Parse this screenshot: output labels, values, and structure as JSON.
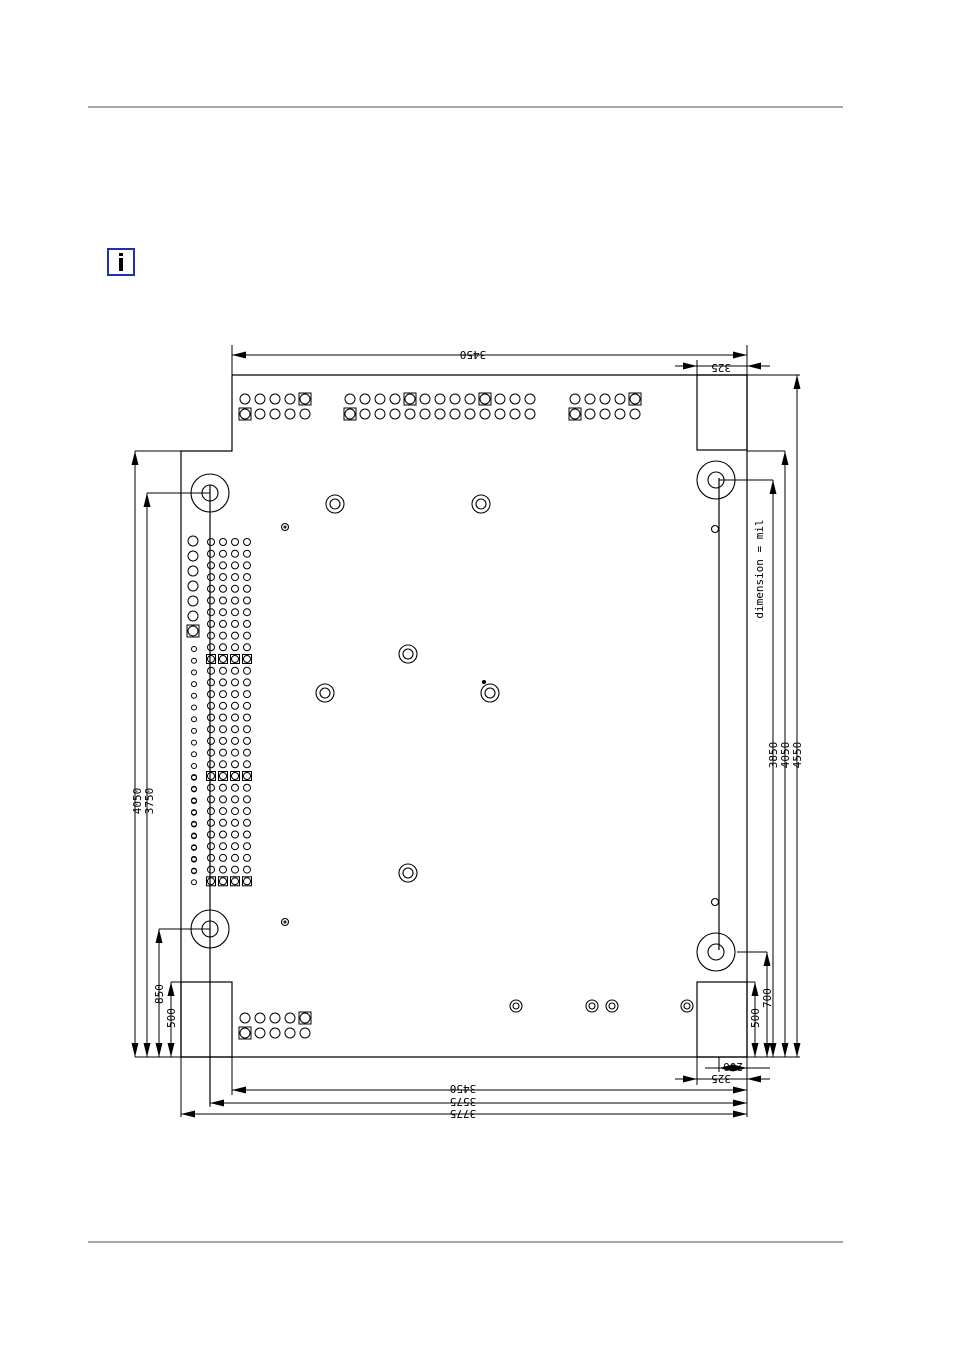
{
  "info_icon": "info-icon",
  "colors": {
    "rule": "#a8a8a8",
    "info_border": "#1f2fb8",
    "drawing": "#000000"
  },
  "drawing": {
    "unit_note": "dimension = mil",
    "dims_horizontal": {
      "top_width": "3450",
      "top_right": "325",
      "bottom_3450": "3450",
      "bottom_3575": "3575",
      "bottom_3775": "3775",
      "bottom_325": "325",
      "bottom_200": "200"
    },
    "dims_vertical": {
      "left_4050": "4050",
      "left_3750": "3750",
      "left_850": "850",
      "left_500": "500",
      "right_3850": "3850",
      "right_4050": "4050",
      "right_4550": "4550",
      "right_700": "700",
      "right_500": "500"
    }
  }
}
